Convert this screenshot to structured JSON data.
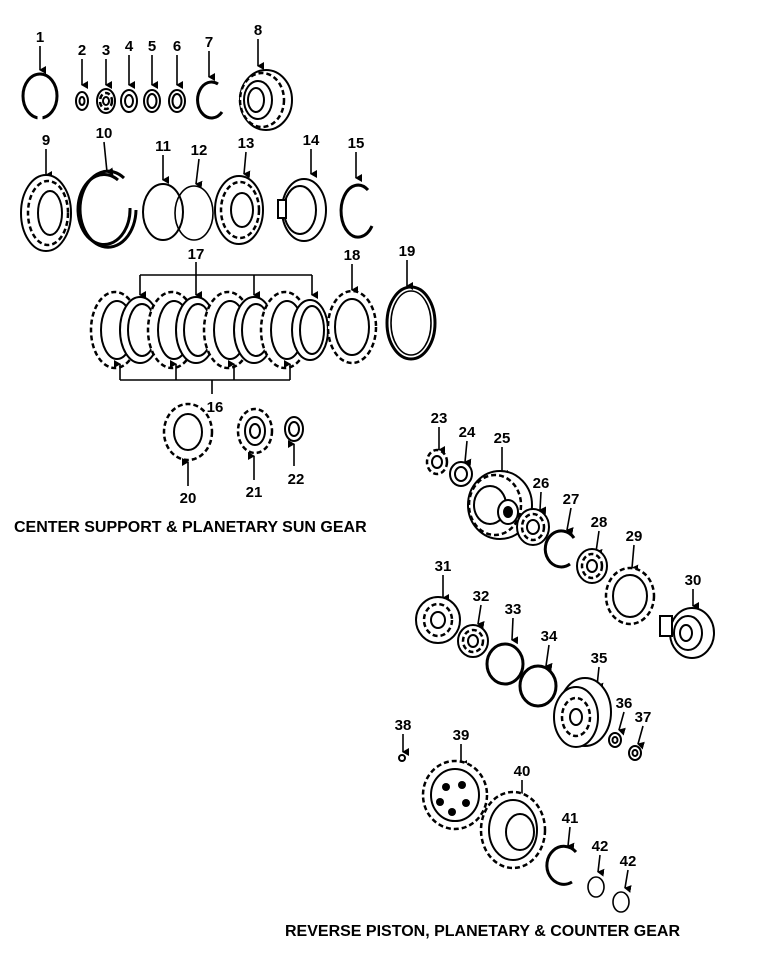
{
  "captions": {
    "top": "CENTER SUPPORT & PLANETARY SUN GEAR",
    "bottom": "REVERSE PISTON, PLANETARY & COUNTER GEAR"
  },
  "callouts": [
    "1",
    "2",
    "3",
    "4",
    "5",
    "6",
    "7",
    "8",
    "9",
    "10",
    "11",
    "12",
    "13",
    "14",
    "15",
    "16",
    "17",
    "18",
    "19",
    "20",
    "21",
    "22",
    "23",
    "24",
    "25",
    "26",
    "27",
    "28",
    "29",
    "30",
    "31",
    "32",
    "33",
    "34",
    "35",
    "36",
    "37",
    "38",
    "39",
    "40",
    "41",
    "42",
    "42"
  ]
}
